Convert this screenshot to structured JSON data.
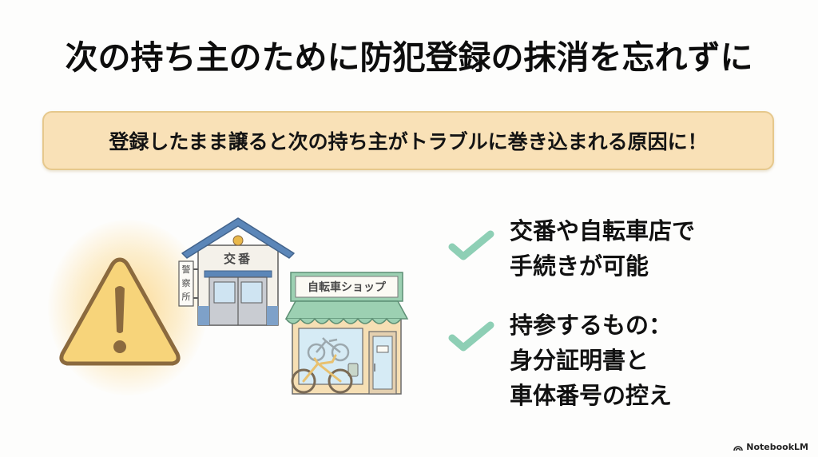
{
  "title": "次の持ち主のために防犯登録の抹消を忘れずに",
  "banner": {
    "text": "登録したまま譲ると次の持ち主がトラブルに巻き込まれる原因に！"
  },
  "illustration": {
    "warning_icon": "warning-triangle",
    "koban": {
      "roof_label": "交番",
      "side_sign": [
        "警",
        "察",
        "所"
      ]
    },
    "bike_shop": {
      "sign": "自転車ショップ"
    }
  },
  "points": [
    {
      "icon": "check-icon",
      "lines": [
        "交番や自転車店で",
        "手続きが可能"
      ]
    },
    {
      "icon": "check-icon",
      "lines": [
        "持参するもの：",
        "身分証明書と",
        "車体番号の控え"
      ]
    }
  ],
  "branding": {
    "label": "NotebookLM"
  },
  "colors": {
    "banner_fill": "#f9e1b7",
    "banner_border": "#e6c88c",
    "check": "#8ecfb5",
    "warning_fill": "#f7d47a",
    "warning_stroke": "#8b6a3e",
    "koban_blue": "#5b86b8",
    "shop_green": "#8fc7a6"
  }
}
